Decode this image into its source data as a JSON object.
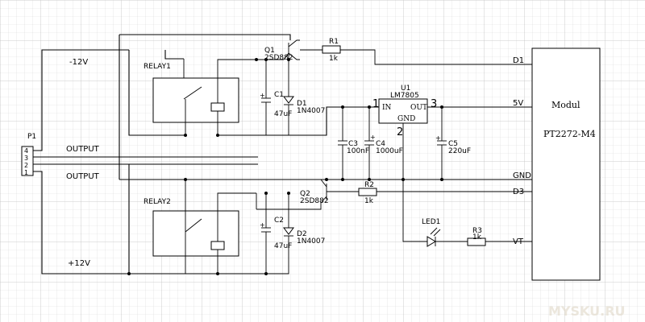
{
  "connector": {
    "ref": "P1",
    "pins": [
      "4",
      "3",
      "2",
      "1"
    ]
  },
  "rails": {
    "neg12": "-12V",
    "pos12": "+12V",
    "output1": "OUTPUT",
    "output2": "OUTPUT"
  },
  "relays": {
    "relay1": "RELAY1",
    "relay2": "RELAY2"
  },
  "transistors": {
    "q1": {
      "ref": "Q1",
      "part": "2SD882"
    },
    "q2": {
      "ref": "Q2",
      "part": "2SD882"
    }
  },
  "resistors": {
    "r1": {
      "ref": "R1",
      "value": "1k"
    },
    "r2": {
      "ref": "R2",
      "value": "1k"
    },
    "r3": {
      "ref": "R3",
      "value": "1k"
    }
  },
  "capacitors": {
    "c1": {
      "ref": "C1",
      "value": "47uF"
    },
    "c2": {
      "ref": "C2",
      "value": "47uF"
    },
    "c3": {
      "ref": "C3",
      "value": "100nF"
    },
    "c4": {
      "ref": "C4",
      "value": "1000uF"
    },
    "c5": {
      "ref": "C5",
      "value": "220uF"
    }
  },
  "diodes": {
    "d1": {
      "ref": "D1",
      "part": "1N4007"
    },
    "d2": {
      "ref": "D2",
      "part": "1N4007"
    }
  },
  "led": {
    "ref": "LED1"
  },
  "regulator": {
    "ref": "U1",
    "part": "LM7805",
    "pin_in": "IN",
    "pin_out": "OUT",
    "pin_gnd": "GND",
    "num_in": "1",
    "num_out": "3",
    "num_gnd": "2"
  },
  "module": {
    "title": "Modul",
    "part": "PT2272-M4",
    "pins": {
      "d1": "D1",
      "v5": "5V",
      "gnd": "GND",
      "d3": "D3",
      "vt": "VT"
    }
  },
  "watermark": "MYSKU.RU"
}
